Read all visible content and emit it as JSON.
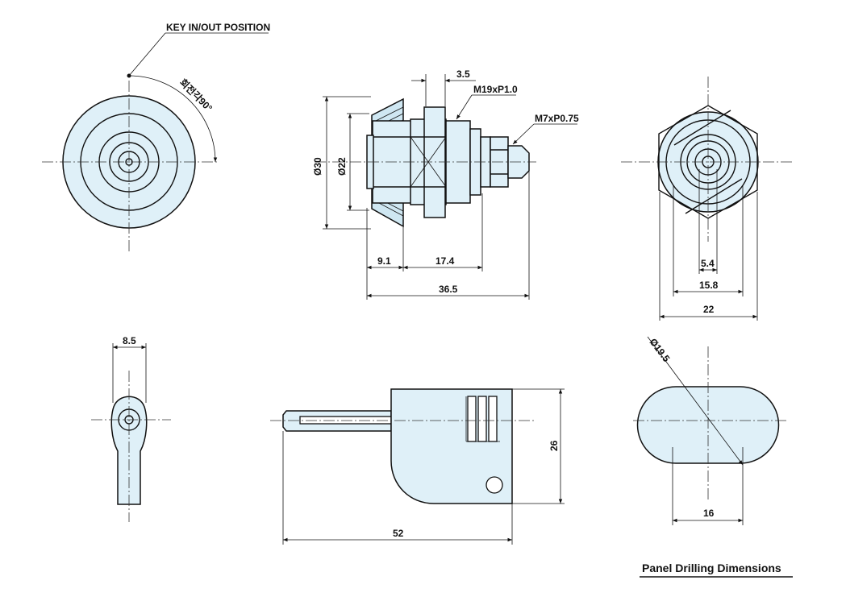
{
  "labels": {
    "key_position": "KEY IN/OUT POSITION",
    "rotation": "회전각90°",
    "thread_main": "M19xP1.0",
    "thread_small": "M7xP0.75",
    "panel_title": "Panel Drilling Dimensions"
  },
  "dimensions": {
    "d_3_5": "3.5",
    "d_o30": "Ø30",
    "d_o22": "Ø22",
    "d_9_1": "9.1",
    "d_17_4": "17.4",
    "d_36_5": "36.5",
    "d_5_4": "5.4",
    "d_15_8": "15.8",
    "d_22": "22",
    "d_8_5": "8.5",
    "d_26": "26",
    "d_52": "52",
    "d_o19_5": "Ø19.5",
    "d_16": "16"
  },
  "colors": {
    "part_fill": "#dff0f8",
    "line": "#111111"
  }
}
